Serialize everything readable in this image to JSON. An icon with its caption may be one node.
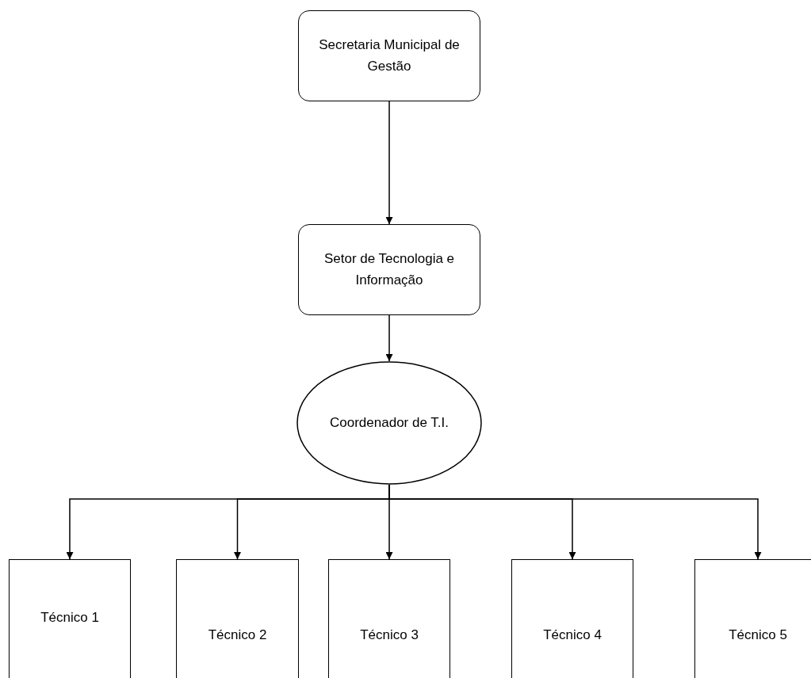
{
  "diagram": {
    "nodes": [
      {
        "text": [
          "Secretaria Municipal de Gestão"
        ]
      },
      {
        "text": [
          "Setor de Tecnologia e Informação"
        ]
      },
      {
        "text": [
          "Coordenador de T.I."
        ]
      },
      {
        "text": [
          "Técnico 1"
        ]
      },
      {
        "text": [
          "Técnico 2"
        ]
      },
      {
        "text": [
          "Técnico 3"
        ]
      },
      {
        "text": [
          "Técnico 4"
        ]
      },
      {
        "text": [
          "Técnico 5"
        ]
      }
    ],
    "edges": [
      {
        "from": 0,
        "to": 1,
        "arrow": "to"
      },
      {
        "from": 1,
        "to": 2,
        "arrow": "to"
      },
      {
        "from": 2,
        "to": 3,
        "arrow": "to"
      },
      {
        "from": 2,
        "to": 4,
        "arrow": "to"
      },
      {
        "from": 2,
        "to": 5,
        "arrow": "to"
      },
      {
        "from": 2,
        "to": 6,
        "arrow": "to"
      },
      {
        "from": 2,
        "to": 7,
        "arrow": "to"
      }
    ]
  }
}
